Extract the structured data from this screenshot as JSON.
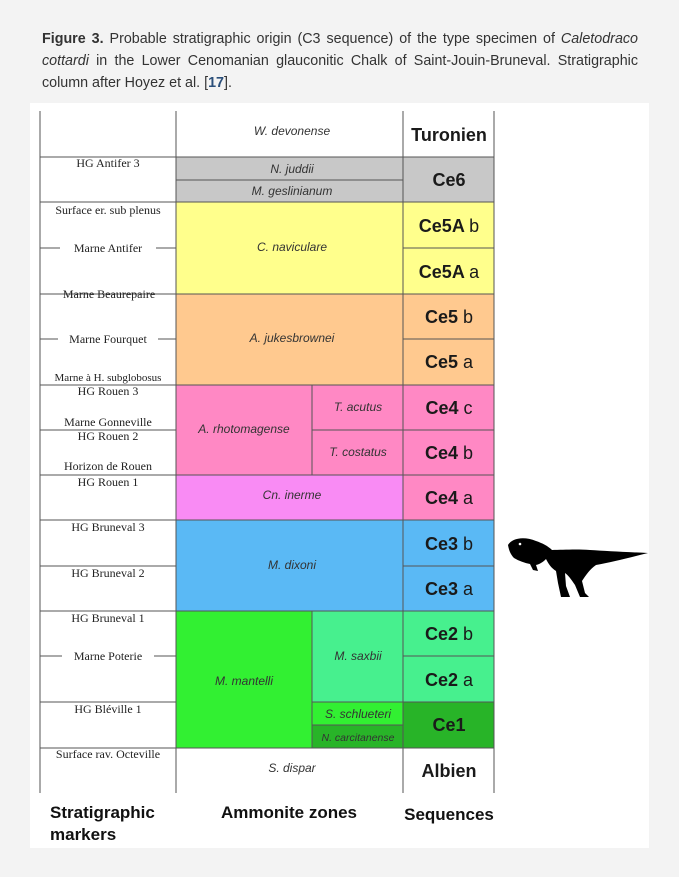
{
  "caption": {
    "label": "Figure 3.",
    "text1": " Probable stratigraphic origin (C3 sequence) of the type specimen of ",
    "species": "Caletodraco cottardi",
    "text2": " in the Lower Cenomanian glauconitic Chalk of Saint-Jouin-Bruneval. Stratigraphic column after Hoyez et al. [",
    "ref": "17",
    "text3": "]."
  },
  "colors": {
    "grey": "#c8c8c8",
    "yellow": "#ffff8c",
    "orange": "#ffc98f",
    "pink": "#ff88c4",
    "magenta": "#f98bf4",
    "blue": "#5ab9f5",
    "green": "#32f032",
    "lightgreen": "#47f08e",
    "darkgreen": "#28b428"
  },
  "markers": [
    {
      "id": "hg-antifer-3",
      "text": "HG  Antifer 3"
    },
    {
      "id": "surface-sub-plenus",
      "text": "Surface er. sub plenus"
    },
    {
      "id": "marne-antifer",
      "text": "Marne Antifer"
    },
    {
      "id": "marne-beaurepaire",
      "text": "Marne Beaurepaire"
    },
    {
      "id": "marne-fourquet",
      "text": "Marne Fourquet"
    },
    {
      "id": "marne-subglobosus",
      "text": "Marne à H. subglobosus"
    },
    {
      "id": "hg-rouen-3",
      "text": "HG  Rouen 3"
    },
    {
      "id": "marne-gonneville",
      "text": "Marne Gonneville"
    },
    {
      "id": "hg-rouen-2",
      "text": "HG  Rouen 2"
    },
    {
      "id": "horizon-de-rouen",
      "text": "Horizon de Rouen"
    },
    {
      "id": "hg-rouen-1",
      "text": "HG  Rouen 1"
    },
    {
      "id": "hg-bruneval-3",
      "text": "HG  Bruneval 3"
    },
    {
      "id": "hg-bruneval-2",
      "text": "HG  Bruneval 2"
    },
    {
      "id": "hg-bruneval-1",
      "text": "HG  Bruneval 1"
    },
    {
      "id": "marne-poterie",
      "text": "Marne Poterie"
    },
    {
      "id": "hg-bleville-1",
      "text": "HG  Bléville 1"
    },
    {
      "id": "surface-octeville",
      "text": "Surface rav. Octeville"
    }
  ],
  "zones": {
    "devonense": "W. devonense",
    "juddii": "N. juddii",
    "geslinianum": "M. geslinianum",
    "naviculare": "C. naviculare",
    "jukesbrownei": "A. jukesbrownei",
    "rhotomagense": "A. rhotomagense",
    "acutus": "T. acutus",
    "costatus": "T. costatus",
    "inerme": "Cn. inerme",
    "dixoni": "M. dixoni",
    "mantelli": "M. mantelli",
    "saxbii": "M. saxbii",
    "schlueteri": "S. schlueteri",
    "carcitanense": "N. carcitanense",
    "dispar": "S. dispar"
  },
  "sequences": {
    "turonien": {
      "main": "Turonien",
      "sub": ""
    },
    "ce6": {
      "main": "Ce6",
      "sub": ""
    },
    "ce5a_b": {
      "main": "Ce5A",
      "sub": "b"
    },
    "ce5a_a": {
      "main": "Ce5A",
      "sub": "a"
    },
    "ce5_b": {
      "main": "Ce5",
      "sub": "b"
    },
    "ce5_a": {
      "main": "Ce5",
      "sub": "a"
    },
    "ce4_c": {
      "main": "Ce4",
      "sub": "c"
    },
    "ce4_b": {
      "main": "Ce4",
      "sub": "b"
    },
    "ce4_a": {
      "main": "Ce4",
      "sub": "a"
    },
    "ce3_b": {
      "main": "Ce3",
      "sub": "b"
    },
    "ce3_a": {
      "main": "Ce3",
      "sub": "a"
    },
    "ce2_b": {
      "main": "Ce2",
      "sub": "b"
    },
    "ce2_a": {
      "main": "Ce2",
      "sub": "a"
    },
    "ce1": {
      "main": "Ce1",
      "sub": ""
    },
    "albien": {
      "main": "Albien",
      "sub": ""
    }
  },
  "headers": {
    "markers_line1": "Stratigraphic",
    "markers_line2": "markers",
    "zones": "Ammonite zones",
    "sequences": "Sequences"
  },
  "icons": {
    "silhouette": "theropod-silhouette-icon"
  }
}
